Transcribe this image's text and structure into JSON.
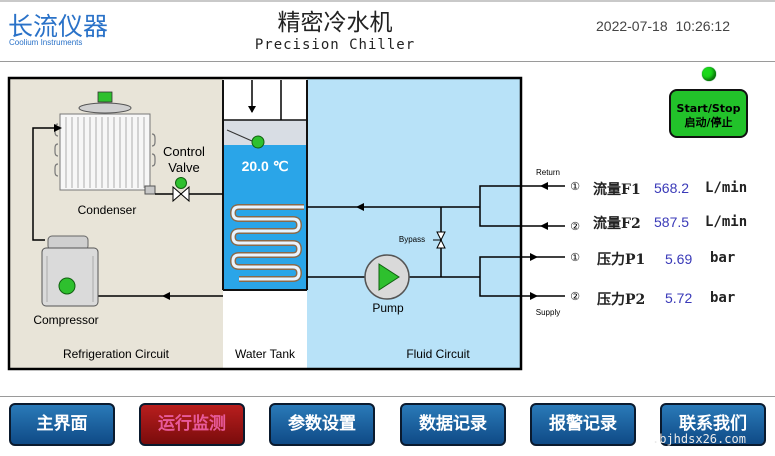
{
  "header": {
    "logo_cn": "长流仪器",
    "logo_en": "Coolium Instruments",
    "title_cn": "精密冷水机",
    "title_en": "Precision Chiller",
    "datetime": "2022-07-18 10:26:12"
  },
  "diagram": {
    "condenser": "Condenser",
    "compressor": "Compressor",
    "control_valve": "Control\nValve",
    "control_label_1": "Control",
    "control_label_2": "Valve",
    "refrigeration_circuit": "Refrigeration Circuit",
    "water_tank": "Water Tank",
    "tank_temperature": "20.0 ℃",
    "fluid_circuit": "Fluid Circuit",
    "pump": "Pump",
    "bypass": "Bypass",
    "return": "Return",
    "supply": "Supply",
    "circled_1": "①",
    "circled_2": "②"
  },
  "start_button": {
    "label_en": "Start/Stop",
    "label_cn": "启动/停止"
  },
  "readings": [
    {
      "name": "流量F1",
      "value": "568.2",
      "unit": "L/min"
    },
    {
      "name": "流量F2",
      "value": "587.5",
      "unit": "L/min"
    },
    {
      "name": "压力P1",
      "value": "5.69",
      "unit": "bar"
    },
    {
      "name": "压力P2",
      "value": "5.72",
      "unit": "bar"
    }
  ],
  "nav": [
    "主界面",
    "运行监测",
    "参数设置",
    "数据记录",
    "报警记录",
    "联系我们"
  ],
  "active_nav": "运行监测",
  "colors": {
    "accent": "#2a72c8",
    "refrigeration_bg": "#e8e4d8",
    "fluid_bg": "#b8e2f8",
    "tank_water": "#2aa5e8",
    "indicator_green": "#1bd81b",
    "nav_blue": "#1a5e9e",
    "nav_active": "#9e1414"
  },
  "watermark": ".bjhdsx26.com"
}
